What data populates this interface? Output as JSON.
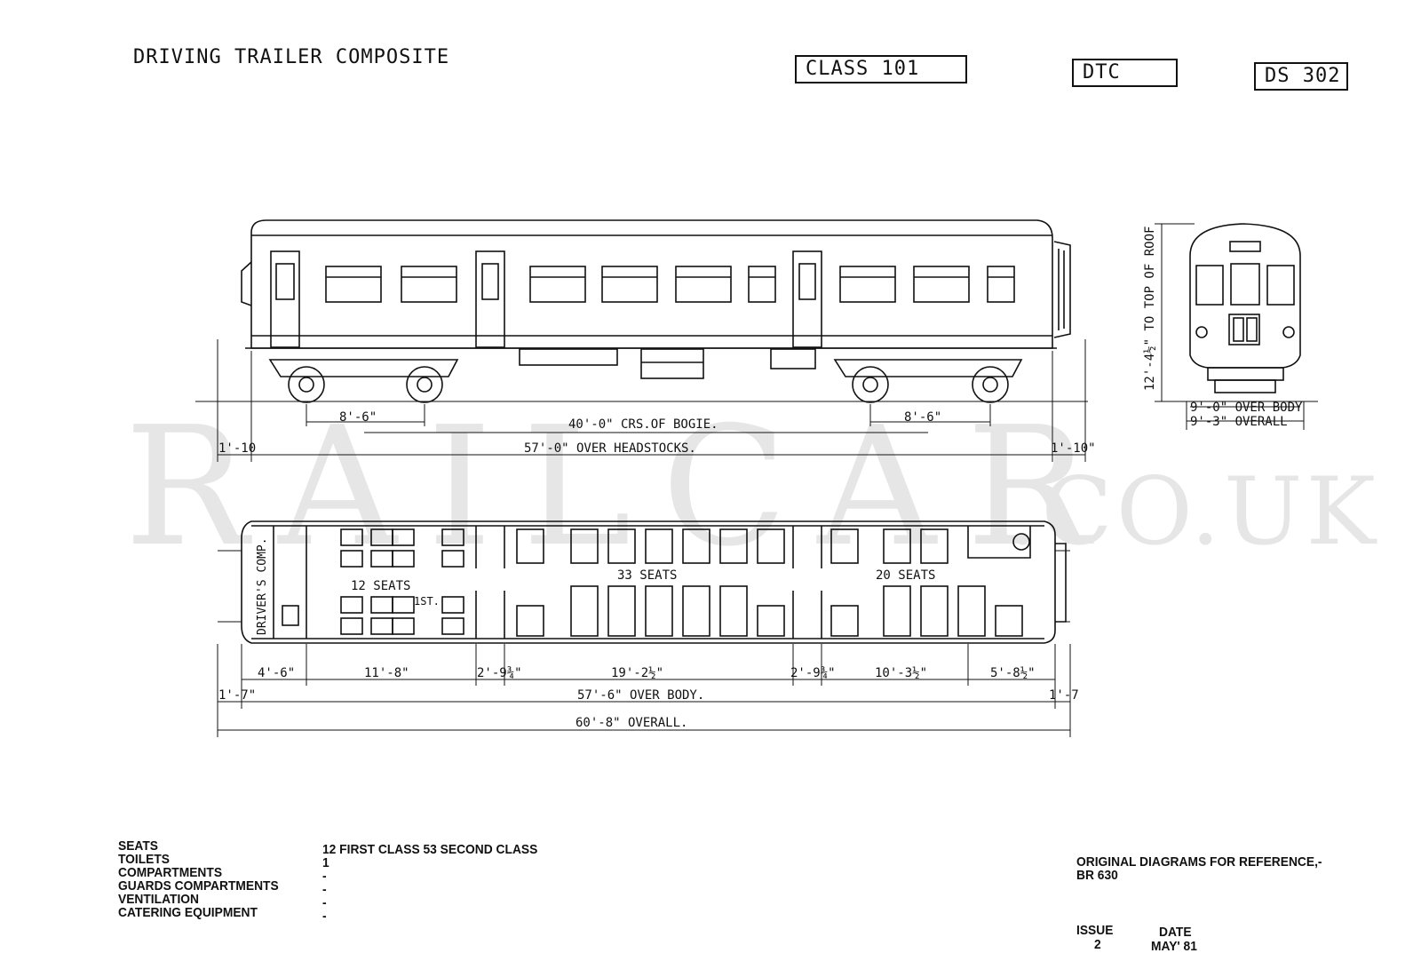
{
  "header": {
    "title": "DRIVING TRAILER COMPOSITE",
    "class_box": "CLASS 101",
    "type_box": "DTC",
    "diagram_box": "DS 302"
  },
  "watermark": {
    "main": "RAILCAR",
    "suffix": ".CO.UK"
  },
  "side_view": {
    "bogie_wheelbase_left": "8'-6\"",
    "bogie_wheelbase_right": "8'-6\"",
    "bogie_centres": "40'-0\" CRS.OF BOGIE.",
    "over_headstocks": "57'-0\" OVER HEADSTOCKS.",
    "end_left": "1'-10",
    "end_right": "1'-10\""
  },
  "end_view": {
    "height": "12'-4½\" TO TOP OF ROOF",
    "over_body": "9'-0\" OVER BODY",
    "overall": "9'-3\" OVERALL"
  },
  "plan_view": {
    "drivers_comp": "DRIVER'S COMP.",
    "first_seats": "12 SEATS",
    "first_class_mark": "1ST.",
    "middle_seats": "33 SEATS",
    "rear_seats": "20 SEATS",
    "dims": [
      "4'-6\"",
      "11'-8\"",
      "2'-9¾\"",
      "19'-2½\"",
      "2'-9¾\"",
      "10'-3½\"",
      "5'-8½\""
    ],
    "end_left": "1'-7\"",
    "end_right": "1'-7",
    "over_body": "57'-6\" OVER BODY.",
    "overall": "60'-8\" OVERALL."
  },
  "specs": {
    "labels": [
      "SEATS",
      "TOILETS",
      "COMPARTMENTS",
      "GUARDS COMPARTMENTS",
      "VENTILATION",
      "CATERING EQUIPMENT"
    ],
    "values": [
      "12 FIRST CLASS 53 SECOND CLASS",
      "1",
      "-",
      "-",
      "-",
      "-"
    ]
  },
  "reference": {
    "note": "ORIGINAL DIAGRAMS FOR REFERENCE,-",
    "code": "BR 630",
    "issue_label": "ISSUE",
    "issue_value": "2",
    "date_label": "DATE",
    "date_value": "MAY' 81"
  }
}
